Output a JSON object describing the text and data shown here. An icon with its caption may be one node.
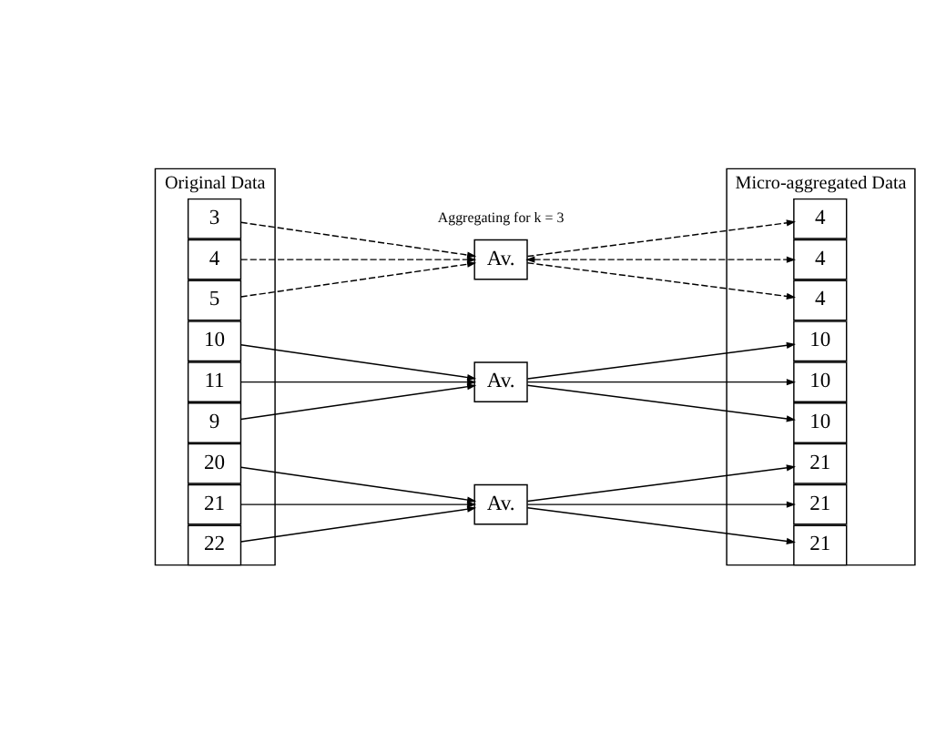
{
  "diagram": {
    "nodes": [
      {
        "text": [
          "Original Data"
        ]
      },
      {
        "text": [
          "5"
        ],
        "in": 0
      },
      {
        "text": [
          "9"
        ],
        "in": 0
      },
      {
        "text": [
          "4"
        ],
        "in": 0
      },
      {
        "text": [
          "11"
        ],
        "in": 0
      },
      {
        "text": [
          "10"
        ],
        "in": 0
      },
      {
        "text": [
          "3"
        ],
        "in": 0
      },
      {
        "text": [
          "22"
        ],
        "in": 0
      },
      {
        "text": [
          "21"
        ],
        "in": 0
      },
      {
        "text": [
          "20"
        ],
        "in": 0
      },
      {
        "text": [
          "Av."
        ]
      },
      {
        "text": [
          "Av."
        ]
      },
      {
        "text": [
          "Av."
        ]
      },
      {
        "text": [
          "Micro-aggregated Data"
        ]
      },
      {
        "text": [
          "4"
        ],
        "in": 13
      },
      {
        "text": [
          "10"
        ],
        "in": 13
      },
      {
        "text": [
          "4"
        ],
        "in": 13
      },
      {
        "text": [
          "10"
        ],
        "in": 13
      },
      {
        "text": [
          "10"
        ],
        "in": 13
      },
      {
        "text": [
          "4"
        ],
        "in": 13
      },
      {
        "text": [
          "21"
        ],
        "in": 13
      },
      {
        "text": [
          "21"
        ],
        "in": 13
      },
      {
        "text": [
          "21"
        ],
        "in": 13
      }
    ],
    "edges": [
      {
        "from": 1,
        "to": 10,
        "arrow": "to",
        "style": "dashed"
      },
      {
        "from": 3,
        "to": 10,
        "arrow": "to",
        "style": "dashed"
      },
      {
        "from": 6,
        "to": 10,
        "arrow": "to",
        "style": "dashed"
      },
      {
        "from": 10,
        "to": 14,
        "arrow": "to",
        "style": "dashed"
      },
      {
        "from": 10,
        "to": 16,
        "arrow": "both",
        "style": "dashed"
      },
      {
        "from": 10,
        "to": 19,
        "arrow": "to",
        "style": "dashed"
      },
      {
        "from": 2,
        "to": 11,
        "arrow": "to"
      },
      {
        "from": 4,
        "to": 11,
        "arrow": "to"
      },
      {
        "from": 5,
        "to": 11,
        "arrow": "to"
      },
      {
        "from": 11,
        "to": 15,
        "arrow": "to"
      },
      {
        "from": 11,
        "to": 17,
        "arrow": "to"
      },
      {
        "from": 11,
        "to": 18,
        "arrow": "to"
      },
      {
        "from": 7,
        "to": 12,
        "arrow": "to"
      },
      {
        "from": 8,
        "to": 12,
        "arrow": "to"
      },
      {
        "from": 9,
        "to": 12,
        "arrow": "to"
      },
      {
        "from": 12,
        "to": 20,
        "arrow": "to"
      },
      {
        "from": 12,
        "to": 21,
        "arrow": "to"
      },
      {
        "from": 12,
        "to": 22,
        "arrow": "to"
      }
    ],
    "labels": [
      "Aggregating for k = 3"
    ]
  }
}
